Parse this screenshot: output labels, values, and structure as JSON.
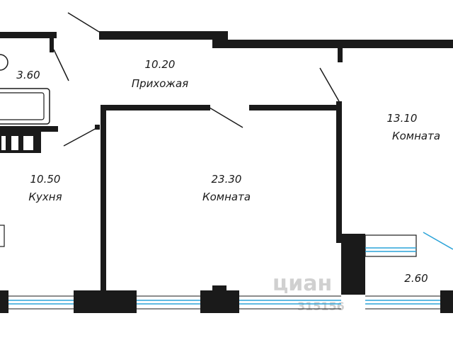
{
  "colors": {
    "wall": "#1a1a1a",
    "window": "#2aa3d8",
    "text": "#1a1a1a",
    "watermark": "#d0d0d0"
  },
  "rooms": [
    {
      "id": "bathroom",
      "area": "3.60",
      "name": ""
    },
    {
      "id": "hallway",
      "area": "10.20",
      "name": "Прихожая"
    },
    {
      "id": "kitchen",
      "area": "10.50",
      "name": "Кухня"
    },
    {
      "id": "living-room",
      "area": "23.30",
      "name": "Комната"
    },
    {
      "id": "bedroom",
      "area": "13.10",
      "name": "Комната"
    },
    {
      "id": "balcony",
      "area": "2.60",
      "name": ""
    }
  ],
  "watermark": {
    "brand": "циан",
    "id": "315156"
  }
}
